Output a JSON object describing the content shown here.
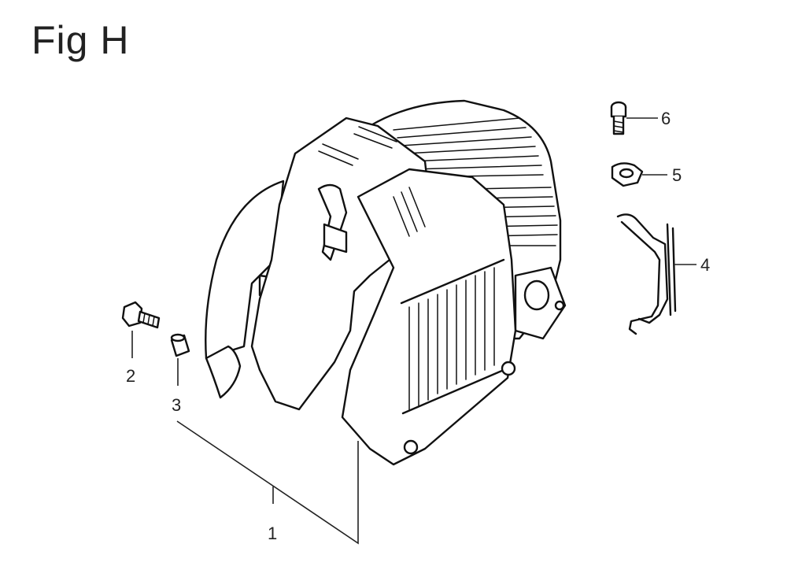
{
  "figure": {
    "title": "Fig H"
  },
  "callouts": [
    {
      "id": "1",
      "part": "engine-cover"
    },
    {
      "id": "2",
      "part": "bolt"
    },
    {
      "id": "3",
      "part": "collar"
    },
    {
      "id": "4",
      "part": "wire-bracket"
    },
    {
      "id": "5",
      "part": "clip"
    },
    {
      "id": "6",
      "part": "screw"
    }
  ]
}
